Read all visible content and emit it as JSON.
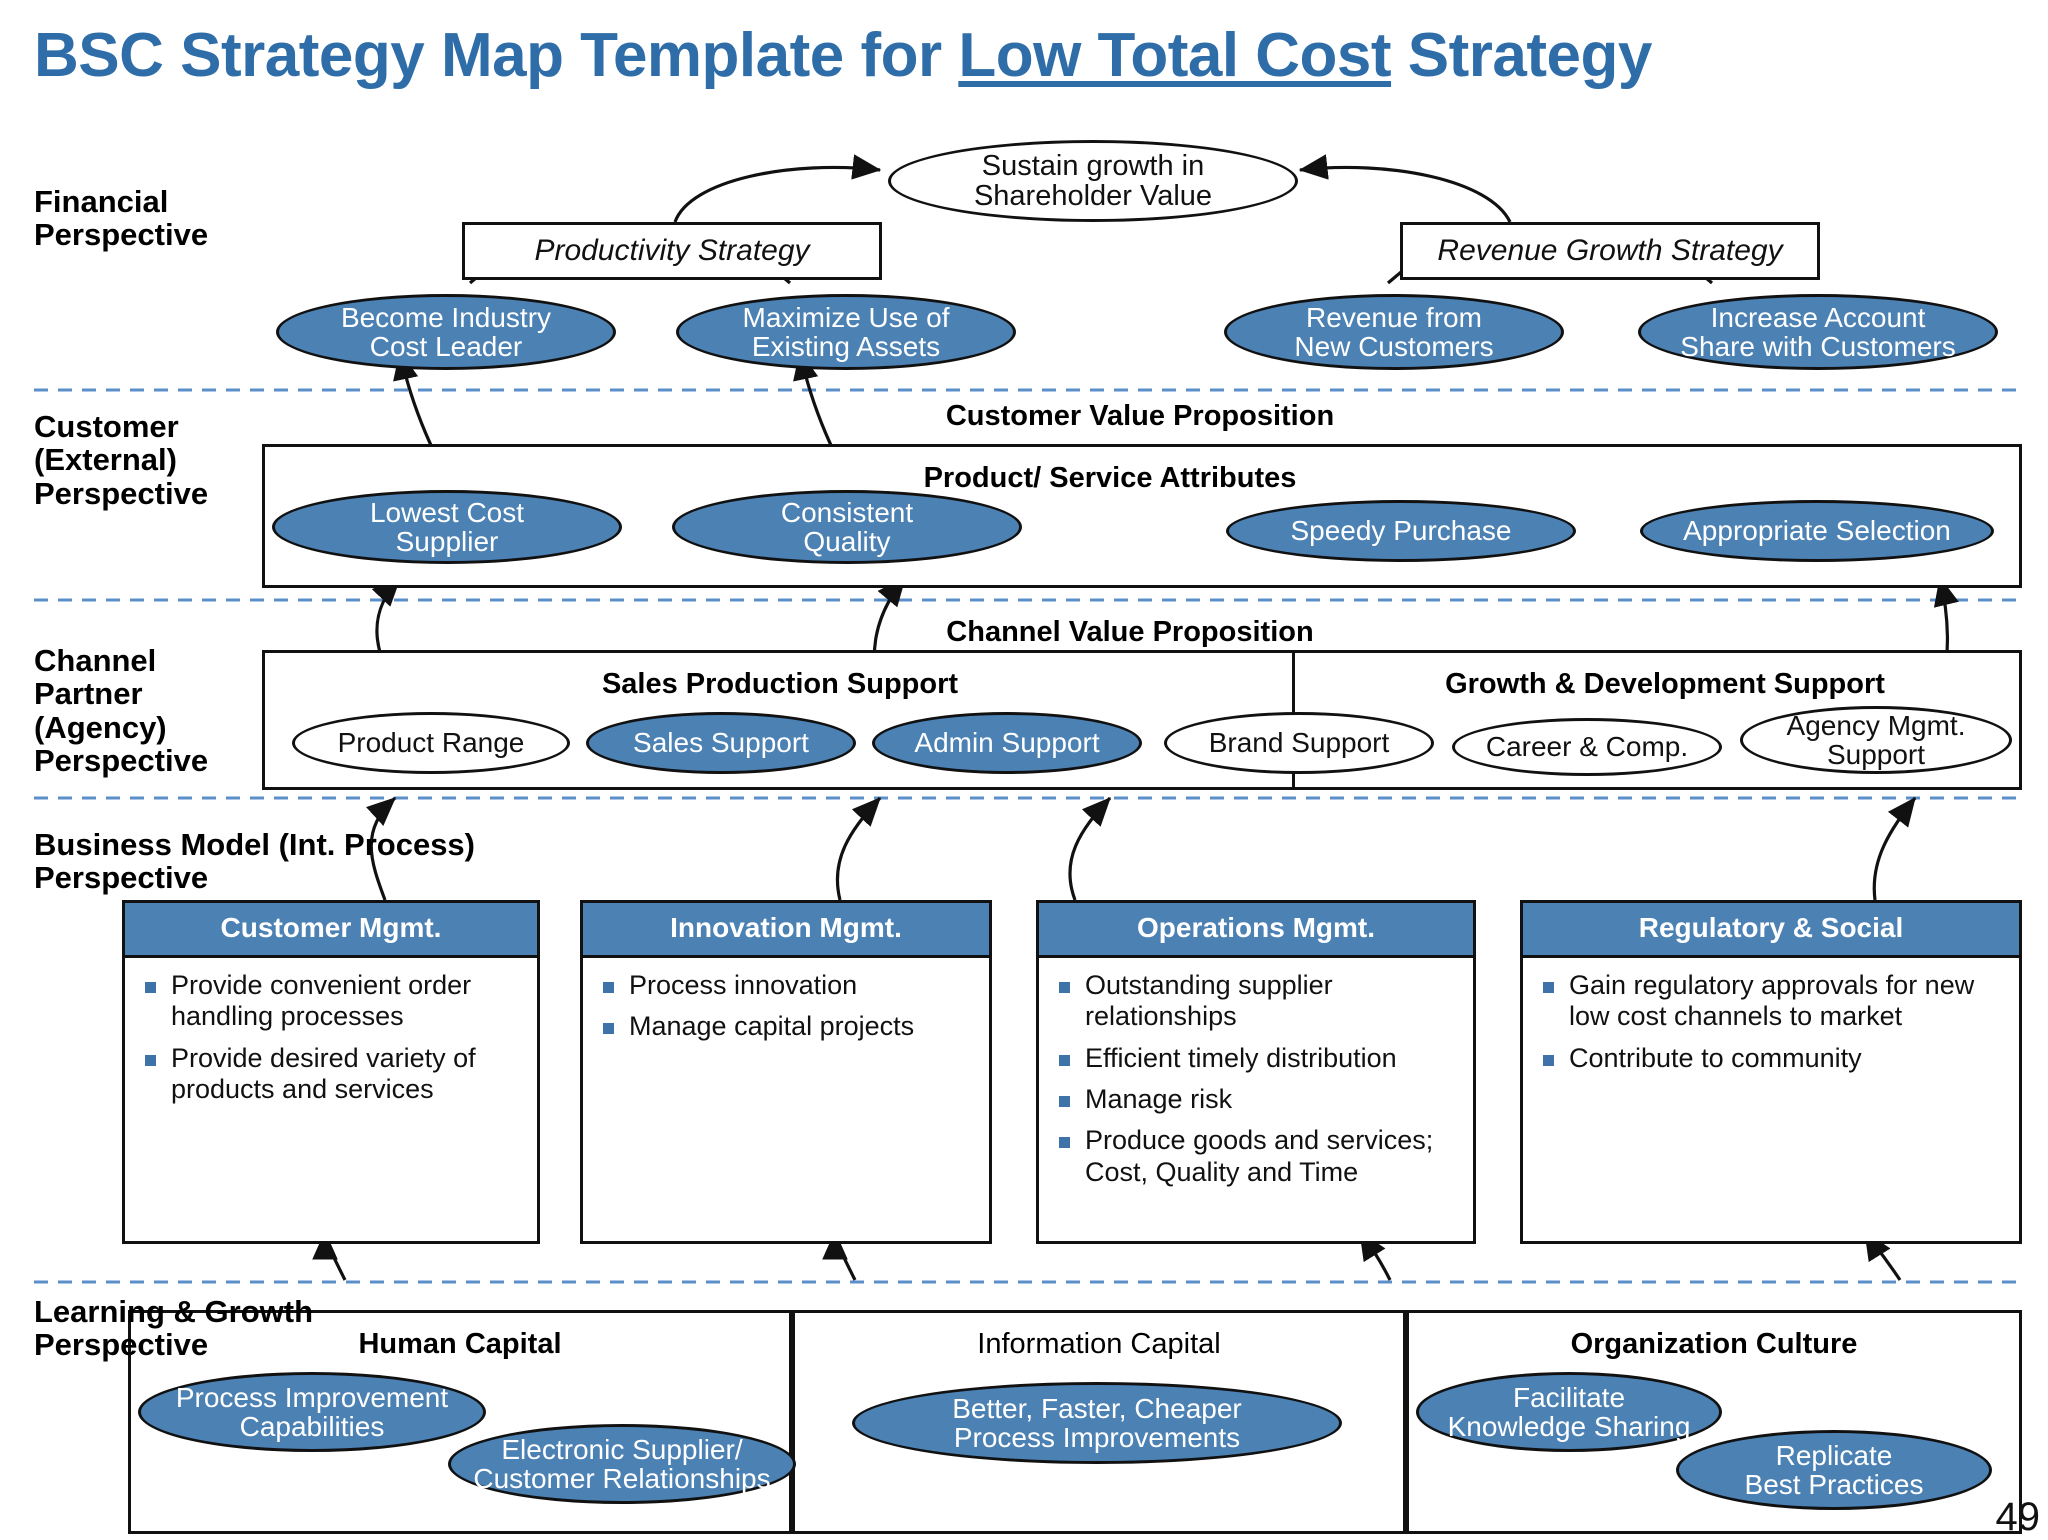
{
  "title": {
    "before": "BSC Strategy Map Template for ",
    "underlined": "Low Total Cost",
    "after": " Strategy",
    "color": "#2E6DA8"
  },
  "page_number": "49",
  "colors": {
    "accent_fill": "#4C81B4",
    "title_blue": "#2E6DA8",
    "bullet_blue": "#3E72A8",
    "divider_blue": "#5B8FC9",
    "outline": "#111111"
  },
  "perspectives": [
    {
      "id": "financial",
      "label": "Financial\nPerspective"
    },
    {
      "id": "customer",
      "label": "Customer\n(External)\nPerspective"
    },
    {
      "id": "channel",
      "label": "Channel\nPartner\n(Agency)\nPerspective"
    },
    {
      "id": "business-model",
      "label": "Business Model (Int. Process)\nPerspective"
    },
    {
      "id": "learning-growth",
      "label": "Learning & Growth\nPerspective"
    }
  ],
  "financial": {
    "apex": "Sustain growth in\nShareholder Value",
    "strategies": [
      {
        "id": "productivity",
        "label": "Productivity Strategy"
      },
      {
        "id": "revenue-growth",
        "label": "Revenue Growth Strategy"
      }
    ],
    "objectives": [
      {
        "id": "cost-leader",
        "label": "Become Industry\nCost Leader"
      },
      {
        "id": "maximize-assets",
        "label": "Maximize Use of\nExisting Assets"
      },
      {
        "id": "revenue-new-customers",
        "label": "Revenue from\nNew Customers"
      },
      {
        "id": "account-share",
        "label": "Increase Account\nShare with Customers"
      }
    ]
  },
  "customer": {
    "band_title": "Customer Value Proposition",
    "section_title": "Product/ Service Attributes",
    "nodes": [
      {
        "id": "lowest-cost-supplier",
        "label": "Lowest Cost\nSupplier",
        "filled": true
      },
      {
        "id": "consistent-quality",
        "label": "Consistent\nQuality",
        "filled": true
      },
      {
        "id": "speedy-purchase",
        "label": "Speedy Purchase",
        "filled": true
      },
      {
        "id": "appropriate-selection",
        "label": "Appropriate Selection",
        "filled": true
      }
    ]
  },
  "channel": {
    "band_title": "Channel Value Proposition",
    "sections": [
      {
        "id": "sales-production-support",
        "title": "Sales Production Support"
      },
      {
        "id": "growth-development-support",
        "title": "Growth & Development Support"
      }
    ],
    "nodes": [
      {
        "id": "product-range",
        "label": "Product Range",
        "filled": false
      },
      {
        "id": "sales-support",
        "label": "Sales Support",
        "filled": true
      },
      {
        "id": "admin-support",
        "label": "Admin Support",
        "filled": true
      },
      {
        "id": "brand-support",
        "label": "Brand Support",
        "filled": false
      },
      {
        "id": "career-comp",
        "label": "Career & Comp.",
        "filled": false
      },
      {
        "id": "agency-mgmt-support",
        "label": "Agency Mgmt.\nSupport",
        "filled": false
      }
    ]
  },
  "business_model": {
    "cards": [
      {
        "id": "customer-mgmt",
        "header": "Customer Mgmt.",
        "bullets": [
          "Provide convenient order handling processes",
          "Provide desired variety of products and services"
        ]
      },
      {
        "id": "innovation-mgmt",
        "header": "Innovation Mgmt.",
        "bullets": [
          "Process innovation",
          "Manage capital projects"
        ]
      },
      {
        "id": "operations-mgmt",
        "header": "Operations Mgmt.",
        "bullets": [
          "Outstanding supplier relationships",
          "Efficient timely distribution",
          "Manage risk",
          "Produce goods and services; Cost, Quality and Time"
        ]
      },
      {
        "id": "regulatory-social",
        "header": "Regulatory & Social",
        "bullets": [
          "Gain regulatory approvals for new low cost channels to market",
          "Contribute to community"
        ]
      }
    ]
  },
  "learning_growth": {
    "sections": [
      {
        "id": "human-capital",
        "title": "Human Capital",
        "bold": true,
        "nodes": [
          {
            "id": "process-improvement-capabilities",
            "label": "Process Improvement\nCapabilities"
          },
          {
            "id": "electronic-supplier-customer-relationships",
            "label": "Electronic Supplier/\nCustomer Relationships"
          }
        ]
      },
      {
        "id": "information-capital",
        "title": "Information Capital",
        "bold": false,
        "nodes": [
          {
            "id": "better-faster-cheaper",
            "label": "Better, Faster, Cheaper\nProcess Improvements"
          }
        ]
      },
      {
        "id": "organization-culture",
        "title": "Organization Culture",
        "bold": true,
        "nodes": [
          {
            "id": "facilitate-knowledge-sharing",
            "label": "Facilitate\nKnowledge Sharing"
          },
          {
            "id": "replicate-best-practices",
            "label": "Replicate\nBest Practices"
          }
        ]
      }
    ]
  }
}
